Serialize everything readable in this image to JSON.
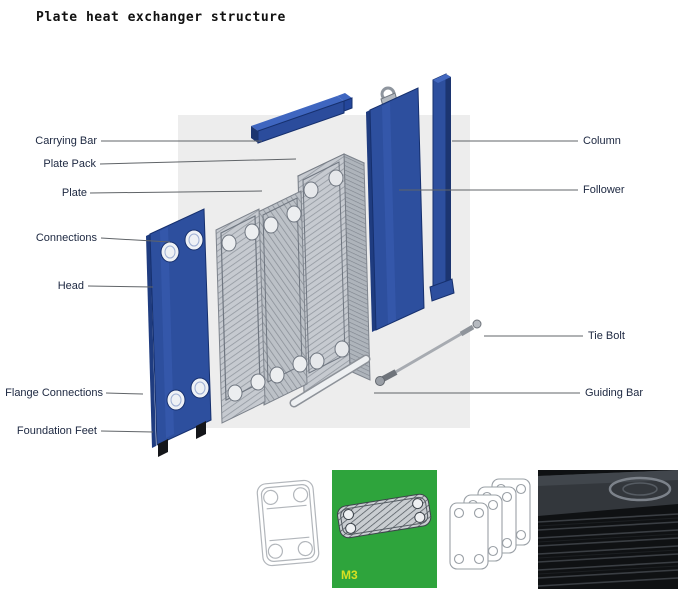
{
  "title": "Plate heat exchanger structure",
  "diagram": {
    "labels_left": [
      {
        "text": "Carrying Bar"
      },
      {
        "text": "Plate Pack"
      },
      {
        "text": "Plate"
      },
      {
        "text": "Connections"
      },
      {
        "text": "Head"
      },
      {
        "text": "Flange Connections"
      },
      {
        "text": "Foundation Feet"
      }
    ],
    "labels_right": [
      {
        "text": "Column"
      },
      {
        "text": "Follower"
      },
      {
        "text": "Tie Bolt"
      },
      {
        "text": "Guiding Bar"
      }
    ]
  },
  "thumbnails": {
    "green_label": "M3"
  },
  "colors": {
    "frame_blue": "#2d4f9e",
    "frame_blue_dark": "#1c3570",
    "panel_gray": "#ededed",
    "plate_gray": "#c6cad0",
    "accent_green": "#2ea43c",
    "m3_yellow": "#d7e022",
    "label_color": "#1c2740",
    "leader_line_color": "#606468",
    "photo_dark": "#0f1113"
  }
}
